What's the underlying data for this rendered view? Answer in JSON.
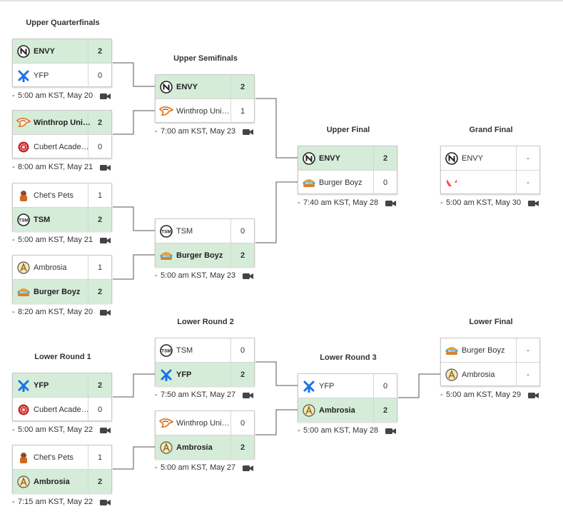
{
  "colors": {
    "win_bg": "#d5ecd9",
    "line": "#555555",
    "border": "#c8c8c8"
  },
  "titles": {
    "upper_quarterfinals": "Upper Quarterfinals",
    "upper_semifinals": "Upper Semifinals",
    "upper_final": "Upper Final",
    "grand_final": "Grand Final",
    "lower_round_1": "Lower Round 1",
    "lower_round_2": "Lower Round 2",
    "lower_round_3": "Lower Round 3",
    "lower_final": "Lower Final"
  },
  "matches": [
    {
      "id": "uq1",
      "teams": [
        {
          "name": "ENVY",
          "score": "2",
          "win": true,
          "icon": "envy-logo-icon"
        },
        {
          "name": "YFP",
          "score": "0",
          "win": false,
          "icon": "yfp-logo-icon"
        }
      ],
      "time": "5:00 am KST, May 20"
    },
    {
      "id": "uq2",
      "teams": [
        {
          "name": "Winthrop University",
          "score": "2",
          "win": true,
          "icon": "winthrop-logo-icon"
        },
        {
          "name": "Cubert Academy",
          "score": "0",
          "win": false,
          "icon": "cubert-logo-icon"
        }
      ],
      "time": "8:00 am KST, May 21"
    },
    {
      "id": "uq3",
      "teams": [
        {
          "name": "Chet's Pets",
          "score": "1",
          "win": false,
          "icon": "chets-pets-logo-icon"
        },
        {
          "name": "TSM",
          "score": "2",
          "win": true,
          "icon": "tsm-logo-icon"
        }
      ],
      "time": "5:00 am KST, May 21"
    },
    {
      "id": "uq4",
      "teams": [
        {
          "name": "Ambrosia",
          "score": "1",
          "win": false,
          "icon": "ambrosia-logo-icon"
        },
        {
          "name": "Burger Boyz",
          "score": "2",
          "win": true,
          "icon": "burger-boyz-logo-icon"
        }
      ],
      "time": "8:20 am KST, May 20"
    },
    {
      "id": "us1",
      "teams": [
        {
          "name": "ENVY",
          "score": "2",
          "win": true,
          "icon": "envy-logo-icon"
        },
        {
          "name": "Winthrop University",
          "score": "1",
          "win": false,
          "icon": "winthrop-logo-icon"
        }
      ],
      "time": "7:00 am KST, May 23"
    },
    {
      "id": "us2",
      "teams": [
        {
          "name": "TSM",
          "score": "0",
          "win": false,
          "icon": "tsm-logo-icon"
        },
        {
          "name": "Burger Boyz",
          "score": "2",
          "win": true,
          "icon": "burger-boyz-logo-icon"
        }
      ],
      "time": "5:00 am KST, May 23"
    },
    {
      "id": "uf",
      "teams": [
        {
          "name": "ENVY",
          "score": "2",
          "win": true,
          "icon": "envy-logo-icon"
        },
        {
          "name": "Burger Boyz",
          "score": "0",
          "win": false,
          "icon": "burger-boyz-logo-icon"
        }
      ],
      "time": "7:40 am KST, May 28"
    },
    {
      "id": "gf",
      "teams": [
        {
          "name": "ENVY",
          "score": "-",
          "win": false,
          "icon": "envy-logo-icon"
        },
        {
          "name": "",
          "score": "-",
          "win": false,
          "icon": "valorant-logo-icon"
        }
      ],
      "time": "5:00 am KST, May 30"
    },
    {
      "id": "lr1a",
      "teams": [
        {
          "name": "YFP",
          "score": "2",
          "win": true,
          "icon": "yfp-logo-icon"
        },
        {
          "name": "Cubert Academy",
          "score": "0",
          "win": false,
          "icon": "cubert-logo-icon"
        }
      ],
      "time": "5:00 am KST, May 22"
    },
    {
      "id": "lr1b",
      "teams": [
        {
          "name": "Chet's Pets",
          "score": "1",
          "win": false,
          "icon": "chets-pets-logo-icon"
        },
        {
          "name": "Ambrosia",
          "score": "2",
          "win": true,
          "icon": "ambrosia-logo-icon"
        }
      ],
      "time": "7:15 am KST, May 22"
    },
    {
      "id": "lr2a",
      "teams": [
        {
          "name": "TSM",
          "score": "0",
          "win": false,
          "icon": "tsm-logo-icon"
        },
        {
          "name": "YFP",
          "score": "2",
          "win": true,
          "icon": "yfp-logo-icon"
        }
      ],
      "time": "7:50 am KST, May 27"
    },
    {
      "id": "lr2b",
      "teams": [
        {
          "name": "Winthrop University",
          "score": "0",
          "win": false,
          "icon": "winthrop-logo-icon"
        },
        {
          "name": "Ambrosia",
          "score": "2",
          "win": true,
          "icon": "ambrosia-logo-icon"
        }
      ],
      "time": "5:00 am KST, May 27"
    },
    {
      "id": "lr3",
      "teams": [
        {
          "name": "YFP",
          "score": "0",
          "win": false,
          "icon": "yfp-logo-icon"
        },
        {
          "name": "Ambrosia",
          "score": "2",
          "win": true,
          "icon": "ambrosia-logo-icon"
        }
      ],
      "time": "5:00 am KST, May 28"
    },
    {
      "id": "lf",
      "teams": [
        {
          "name": "Burger Boyz",
          "score": "-",
          "win": false,
          "icon": "burger-boyz-logo-icon"
        },
        {
          "name": "Ambrosia",
          "score": "-",
          "win": false,
          "icon": "ambrosia-logo-icon"
        }
      ],
      "time": "5:00 am KST, May 29"
    }
  ]
}
